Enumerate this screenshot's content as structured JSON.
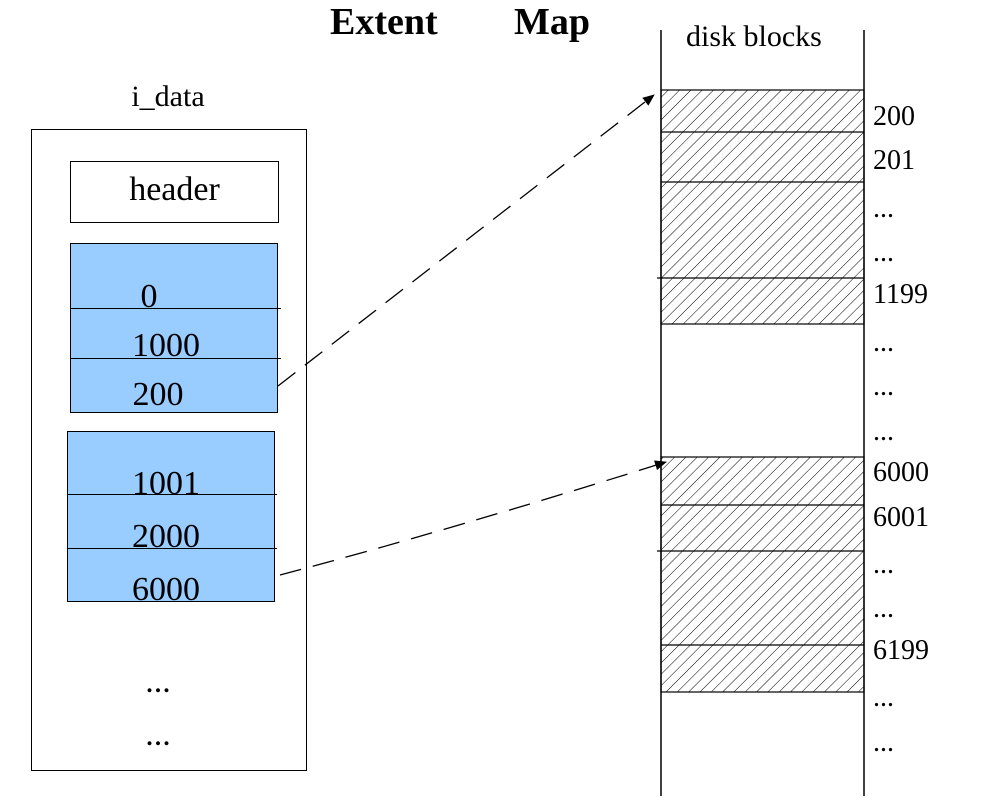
{
  "title": {
    "word1": "Extent",
    "word2": "Map"
  },
  "inode": {
    "label": "i_data",
    "header": "header",
    "extents": [
      {
        "logical_block": "0",
        "length": "1000",
        "start_block": "200"
      },
      {
        "logical_block": "1001",
        "length": "2000",
        "start_block": "6000"
      }
    ],
    "ellipsis": [
      "...",
      "..."
    ]
  },
  "disk": {
    "label": "disk blocks",
    "block_labels": [
      "200",
      "201",
      "...",
      "...",
      "1199",
      "...",
      "...",
      "...",
      "6000",
      "6001",
      "...",
      "...",
      "6199",
      "...",
      "..."
    ]
  }
}
